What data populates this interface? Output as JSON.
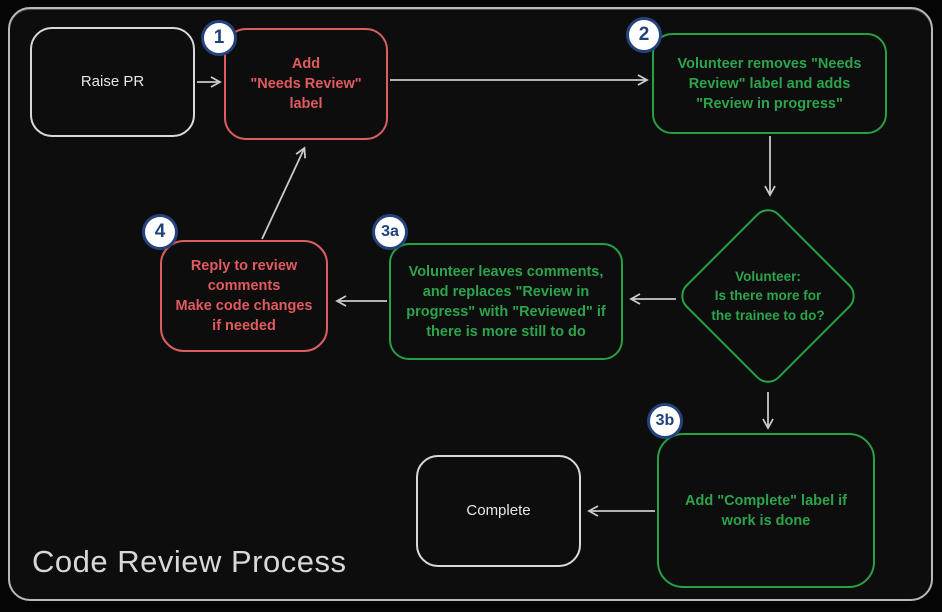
{
  "title": "Code Review Process",
  "colors": {
    "background": "#0d0d0d",
    "frame_border": "#b9b9b9",
    "red": "#e25a5e",
    "green": "#2ca44b",
    "white": "#e6e6e6",
    "badge_blue": "#24437e",
    "arrow": "#c9c9c9"
  },
  "nodes": {
    "raise_pr": {
      "label": "Raise PR"
    },
    "add_needs_review": {
      "badge": "1",
      "label": "Add\n\"Needs Review\"\nlabel"
    },
    "volunteer_removes": {
      "badge": "2",
      "label": "Volunteer removes \"Needs\nReview\" label and adds\n\"Review in progress\""
    },
    "decision": {
      "label": "Volunteer:\nIs there more for\nthe trainee to do?"
    },
    "volunteer_leaves": {
      "badge": "3a",
      "label": "Volunteer leaves comments,\nand replaces \"Review in\nprogress\" with \"Reviewed\" if\nthere is more still to do"
    },
    "reply_review": {
      "badge": "4",
      "label": "Reply to review\ncomments\nMake code changes\nif needed"
    },
    "add_complete": {
      "badge": "3b",
      "label": "Add \"Complete\" label if\nwork is done"
    },
    "complete": {
      "label": "Complete"
    }
  }
}
